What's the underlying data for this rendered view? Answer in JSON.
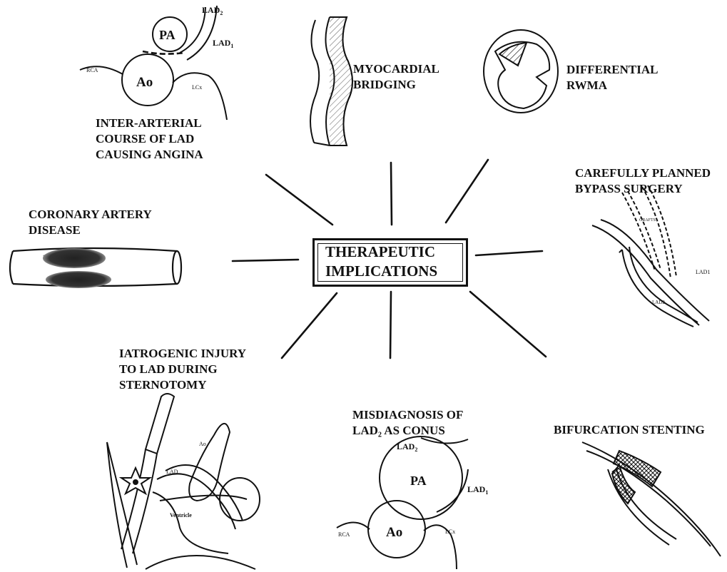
{
  "center": {
    "line1": "THERAPEUTIC",
    "line2": "IMPLICATIONS"
  },
  "panels": {
    "interarterial": {
      "line1": "INTER-ARTERIAL",
      "line2": "COURSE OF LAD",
      "line3": "CAUSING ANGINA",
      "labels": {
        "pa": "PA",
        "ao": "Ao",
        "rca": "RCA",
        "lcx": "LCx",
        "lad1": "LAD",
        "lad1_sub": "1",
        "lad2": "LAD",
        "lad2_sub": "2"
      }
    },
    "myocardial": {
      "line1": "MYOCARDIAL",
      "line2": "BRIDGING"
    },
    "rwma": {
      "line1": "DIFFERENTIAL",
      "line2": "RWMA"
    },
    "bypass": {
      "line1": "CAREFULLY PLANNED",
      "line2": "BYPASS SURGERY",
      "labels": {
        "graft": "GRAFTS",
        "lad1": "LAD1",
        "lad2": "LAD2"
      }
    },
    "cad": {
      "line1": "CORONARY ARTERY",
      "line2": "DISEASE"
    },
    "iatrogenic": {
      "line1": "IATROGENIC INJURY",
      "line2": "TO LAD DURING",
      "line3": "STERNOTOMY",
      "labels": {
        "lad": "LAD",
        "ao": "Ao",
        "ventricle": "Ventricle"
      }
    },
    "misdiagnosis": {
      "line1": "MISDIAGNOSIS OF",
      "line2": "LAD₂ AS CONUS",
      "labels": {
        "pa": "PA",
        "ao": "Ao",
        "rca": "RCA",
        "lcx": "LCx",
        "lad1": "LAD",
        "lad1_sub": "1",
        "lad2": "LAD",
        "lad2_sub": "2"
      }
    },
    "bifurcation": {
      "line1": "BIFURCATION STENTING"
    }
  }
}
